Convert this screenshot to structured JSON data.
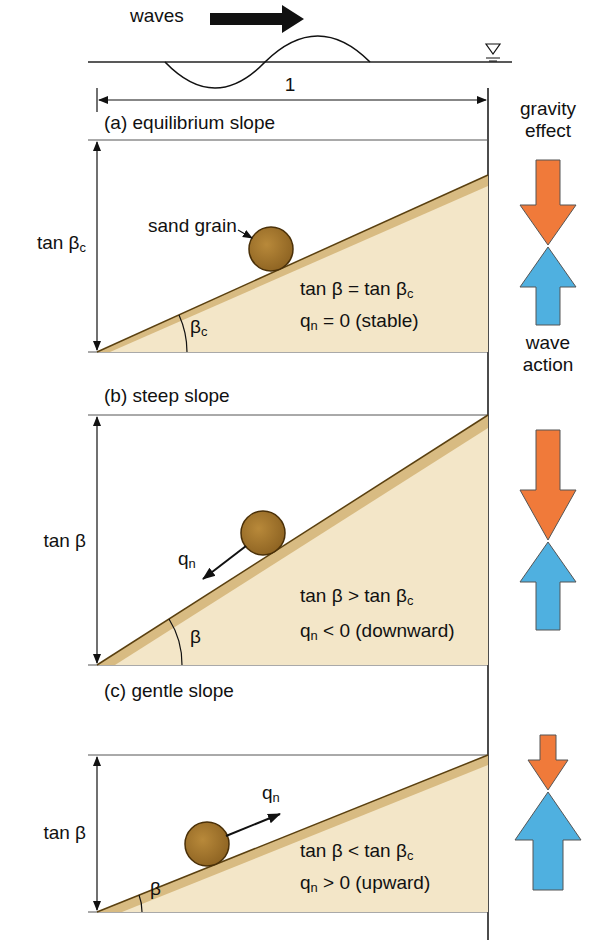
{
  "diagram": {
    "labels": [
      "waves",
      "1",
      "(a) equilibrium slope",
      "tan βc",
      "sand grain",
      "tan β = tan βc",
      "qn = 0 (stable)",
      "βc",
      "gravity effect",
      "wave action",
      "(b) steep slope",
      "tan β",
      "qn",
      "tan β > tan βc",
      "qn < 0 (downward)",
      "β",
      "(c) gentle slope",
      "tan β",
      "qn",
      "tan β < tan βc",
      "qn > 0 (upward)",
      "β"
    ]
  }
}
